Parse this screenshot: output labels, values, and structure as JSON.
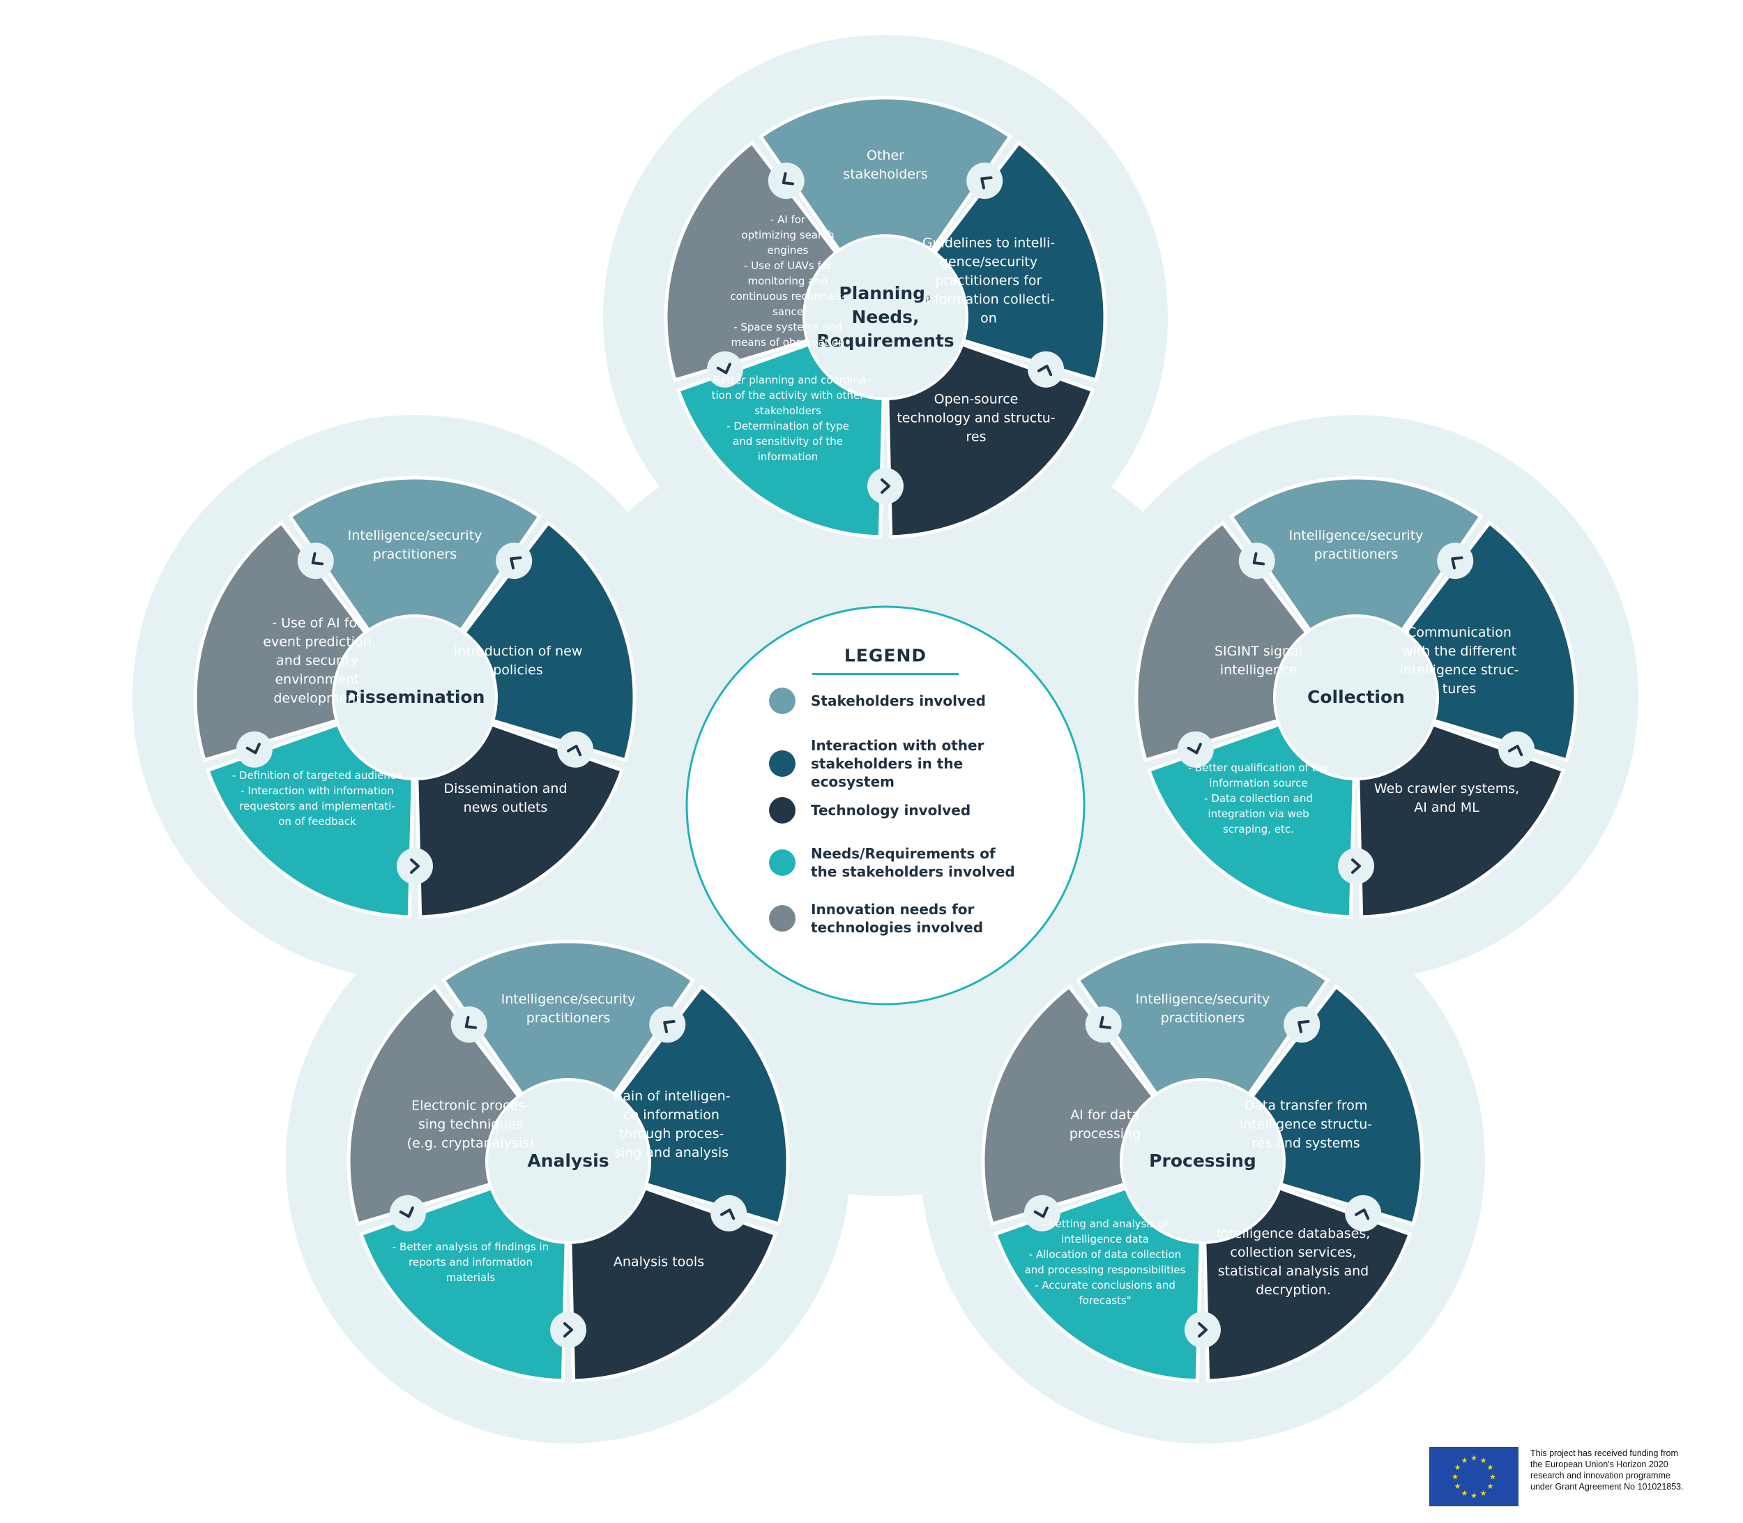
{
  "colors": {
    "stakeholders": "#6e9fad",
    "interaction": "#17576f",
    "technology": "#233646",
    "needs": "#22b3b6",
    "innovation": "#78868f",
    "background": "#e6f1f4",
    "hub": "#e6f1f4",
    "dark_text": "#1e3142",
    "legend_ring": "#22b3b6"
  },
  "legend": {
    "title": "LEGEND",
    "items": [
      {
        "key": "stakeholders",
        "lines": [
          "Stakeholders involved"
        ]
      },
      {
        "key": "interaction",
        "lines": [
          "Interaction with other",
          "stakeholders in the ecosystem"
        ]
      },
      {
        "key": "technology",
        "lines": [
          "Technology involved"
        ]
      },
      {
        "key": "needs",
        "lines": [
          "Needs/Requirements of",
          "the stakeholders involved"
        ]
      },
      {
        "key": "innovation",
        "lines": [
          "Innovation needs for",
          "technologies involved"
        ]
      }
    ]
  },
  "wheels": [
    {
      "id": "planning",
      "hub_lines": [
        "Planning,",
        "Needs,",
        "Requirements"
      ],
      "stakeholders": {
        "lines": [
          "Other",
          "stakeholders"
        ]
      },
      "interaction": {
        "lines": [
          "Guidelines to intelli-",
          "gence/security",
          "practitioners for",
          "information collecti-",
          "on"
        ]
      },
      "technology": {
        "lines": [
          "Open-source",
          "technology and structu-",
          "res"
        ]
      },
      "needs": {
        "lines": [
          "- Better planning and coordina-",
          "tion of the activity with other",
          "stakeholders",
          "- Determination of type",
          "and sensitivity of the",
          "information"
        ]
      },
      "innovation": {
        "lines": [
          "- AI  for",
          "optimizing search",
          "engines",
          "- Use of UAVs for",
          "monitoring and",
          "continuous reconnais-",
          "sance",
          "- Space systems and",
          "means of observation"
        ]
      }
    },
    {
      "id": "collection",
      "hub_lines": [
        "Collection"
      ],
      "stakeholders": {
        "lines": [
          "Intelligence/security",
          "practitioners"
        ]
      },
      "interaction": {
        "lines": [
          "Communication",
          "with the different",
          "intelligence struc-",
          "tures"
        ]
      },
      "technology": {
        "lines": [
          "Web crawler systems,",
          "AI and ML"
        ]
      },
      "needs": {
        "lines": [
          "- Better qualification of the",
          "information source",
          "- Data collection and",
          "integration via web",
          "scraping, etc."
        ]
      },
      "innovation": {
        "lines": [
          "SIGINT signal",
          "intelligence"
        ]
      }
    },
    {
      "id": "processing",
      "hub_lines": [
        "Processing"
      ],
      "stakeholders": {
        "lines": [
          "Intelligence/security",
          "practitioners"
        ]
      },
      "interaction": {
        "lines": [
          "Data transfer from",
          "intelligence structu-",
          "res and systems"
        ]
      },
      "technology": {
        "lines": [
          "Intelligence databases,",
          "collection services,",
          "statistical analysis and",
          "decryption."
        ]
      },
      "needs": {
        "lines": [
          "- Vetting and analysis of",
          "intelligence data",
          "- Allocation of data collection",
          "and processing responsibilities",
          "- Accurate conclusions and",
          "forecasts\""
        ]
      },
      "innovation": {
        "lines": [
          "AI for data",
          "processing"
        ]
      }
    },
    {
      "id": "analysis",
      "hub_lines": [
        "Analysis"
      ],
      "stakeholders": {
        "lines": [
          "Intelligence/security",
          "practitioners"
        ]
      },
      "interaction": {
        "lines": [
          "Gain of intelligen-",
          "ce information",
          "through proces-",
          "sing and analysis"
        ]
      },
      "technology": {
        "lines": [
          "Analysis tools"
        ]
      },
      "needs": {
        "lines": [
          "- Better analysis of findings in",
          "reports and information",
          "materials"
        ]
      },
      "innovation": {
        "lines": [
          "Electronic proces-",
          "sing techniques",
          "(e.g. cryptanalysis)"
        ]
      }
    },
    {
      "id": "dissemination",
      "hub_lines": [
        "Dissemination"
      ],
      "stakeholders": {
        "lines": [
          "Intelligence/security",
          "practitioners"
        ]
      },
      "interaction": {
        "lines": [
          "Introduction of new",
          "policies"
        ]
      },
      "technology": {
        "lines": [
          "Dissemination and",
          "news outlets"
        ]
      },
      "needs": {
        "lines": [
          "- Definition of targeted audience",
          "- Interaction with information",
          "requestors and implementati-",
          "on of feedback"
        ]
      },
      "innovation": {
        "lines": [
          "- Use of AI for",
          "event prediction",
          "and security",
          "environment",
          "development"
        ]
      }
    }
  ],
  "funding": {
    "lines": [
      "This project has received funding from",
      "the European Union's Horizon 2020",
      "research and innovation programme",
      "under Grant Agreement No 101021853."
    ]
  }
}
